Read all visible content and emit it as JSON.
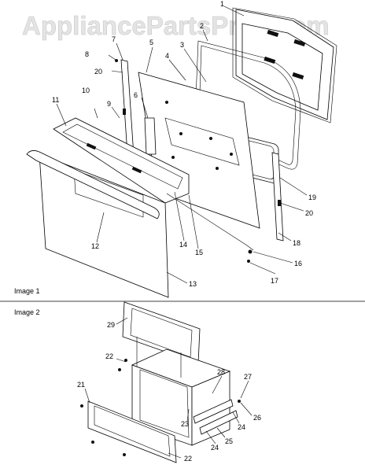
{
  "watermark": "AppliancePartsPros.com",
  "image1": {
    "caption": "Image 1",
    "callouts": [
      "1",
      "2",
      "3",
      "4",
      "5",
      "6",
      "7",
      "8",
      "9",
      "10",
      "11",
      "12",
      "13",
      "14",
      "15",
      "16",
      "17",
      "18",
      "19",
      "20",
      "20"
    ]
  },
  "image2": {
    "caption": "Image 2",
    "callouts": [
      "21",
      "22",
      "22",
      "23",
      "24",
      "24",
      "25",
      "26",
      "27",
      "28",
      "29"
    ]
  }
}
